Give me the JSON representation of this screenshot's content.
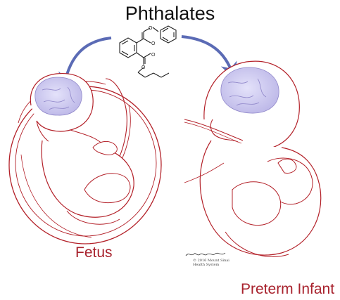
{
  "title": "Phthalates",
  "labels": {
    "fetus": "Fetus",
    "infant": "Preterm Infant"
  },
  "credit": {
    "copyright": "© 2016 Mount Sinai",
    "organization": "Health System"
  },
  "colors": {
    "outline": "#b32028",
    "label": "#a8222d",
    "arrow": "#5b6bb5",
    "brain_fill": "#cfcdf0",
    "brain_line": "#8f86c9",
    "molecule": "#222222"
  },
  "icons": {
    "molecule": "chemical-structure-icon",
    "signature": "signature-icon"
  }
}
